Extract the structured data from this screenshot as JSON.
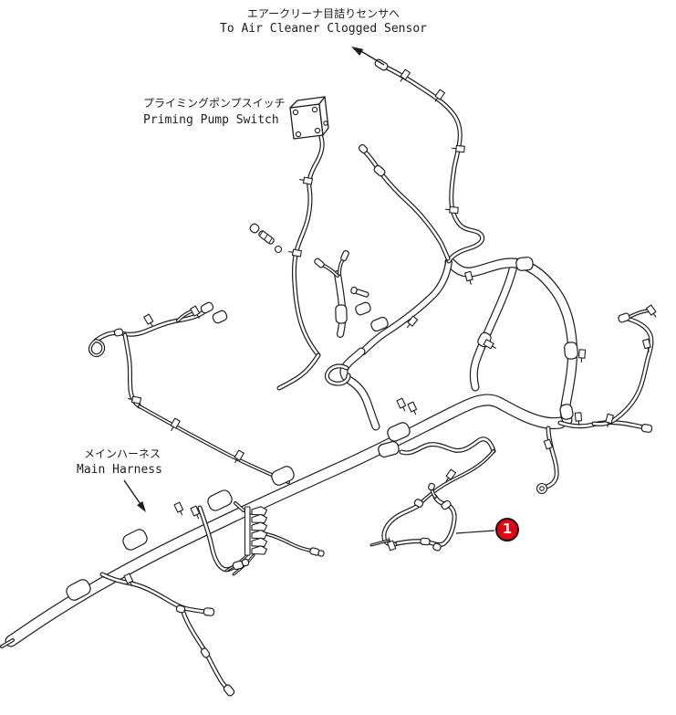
{
  "diagram": {
    "type": "wiring-harness-parts-diagram",
    "background": "#ffffff",
    "line_color": "#1d1d1d",
    "labels": {
      "air_cleaner_sensor": {
        "jp": "エアークリーナ目詰りセンサへ",
        "en": "To Air Cleaner Clogged Sensor"
      },
      "priming_pump_switch": {
        "jp": "プライミングポンプスイッチ",
        "en": "Priming Pump Switch"
      },
      "main_harness": {
        "jp": "メインハーネス",
        "en": "Main Harness"
      }
    },
    "callouts": [
      {
        "number": "1",
        "badge_color": "#e60012",
        "number_color": "#ffffff"
      }
    ]
  }
}
